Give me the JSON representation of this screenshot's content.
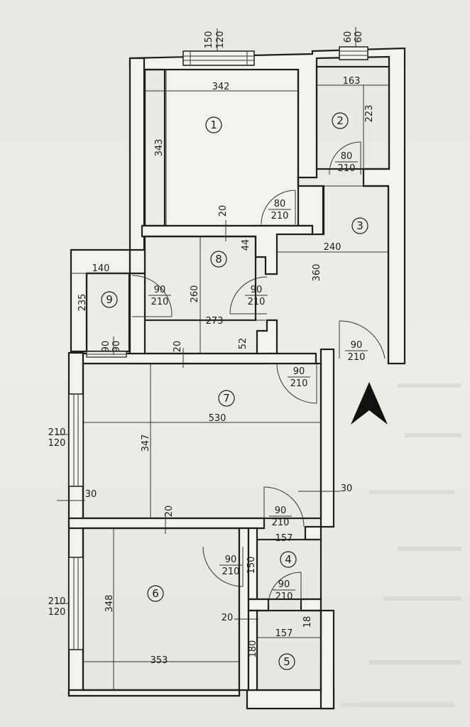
{
  "rooms": [
    {
      "id": "1",
      "dims": [
        "342",
        "343"
      ]
    },
    {
      "id": "2",
      "dims": [
        "163",
        "223"
      ]
    },
    {
      "id": "3",
      "dims": [
        "240",
        "360"
      ]
    },
    {
      "id": "4",
      "dims": [
        "157",
        "150"
      ]
    },
    {
      "id": "5",
      "dims": [
        "157",
        "180"
      ]
    },
    {
      "id": "6",
      "dims": [
        "353",
        "348"
      ]
    },
    {
      "id": "7",
      "dims": [
        "530",
        "347"
      ]
    },
    {
      "id": "8",
      "dims": [
        "273",
        "260"
      ]
    },
    {
      "id": "9",
      "dims": [
        "140",
        "235"
      ]
    }
  ],
  "doors": [
    {
      "w": "80",
      "h": "210"
    },
    {
      "w": "80",
      "h": "210"
    },
    {
      "w": "90",
      "h": "210"
    },
    {
      "w": "90",
      "h": "210"
    },
    {
      "w": "90",
      "h": "210"
    },
    {
      "w": "90",
      "h": "210"
    },
    {
      "w": "90",
      "h": "210"
    },
    {
      "w": "90",
      "h": "210"
    },
    {
      "w": "90",
      "h": "210"
    }
  ],
  "windows": [
    {
      "a": "150",
      "b": "120"
    },
    {
      "a": "60",
      "b": "60"
    },
    {
      "a": "90",
      "b": "90"
    },
    {
      "a": "210",
      "b": "120"
    },
    {
      "a": "210",
      "b": "120"
    }
  ],
  "walls": {
    "t20": "20",
    "t44": "44",
    "t52": "52",
    "t30": "30",
    "t18": "18"
  },
  "colors": {
    "ink": "#1e1e1e",
    "paper": "#ecebe6"
  },
  "north_arrow": "north-arrow-icon"
}
